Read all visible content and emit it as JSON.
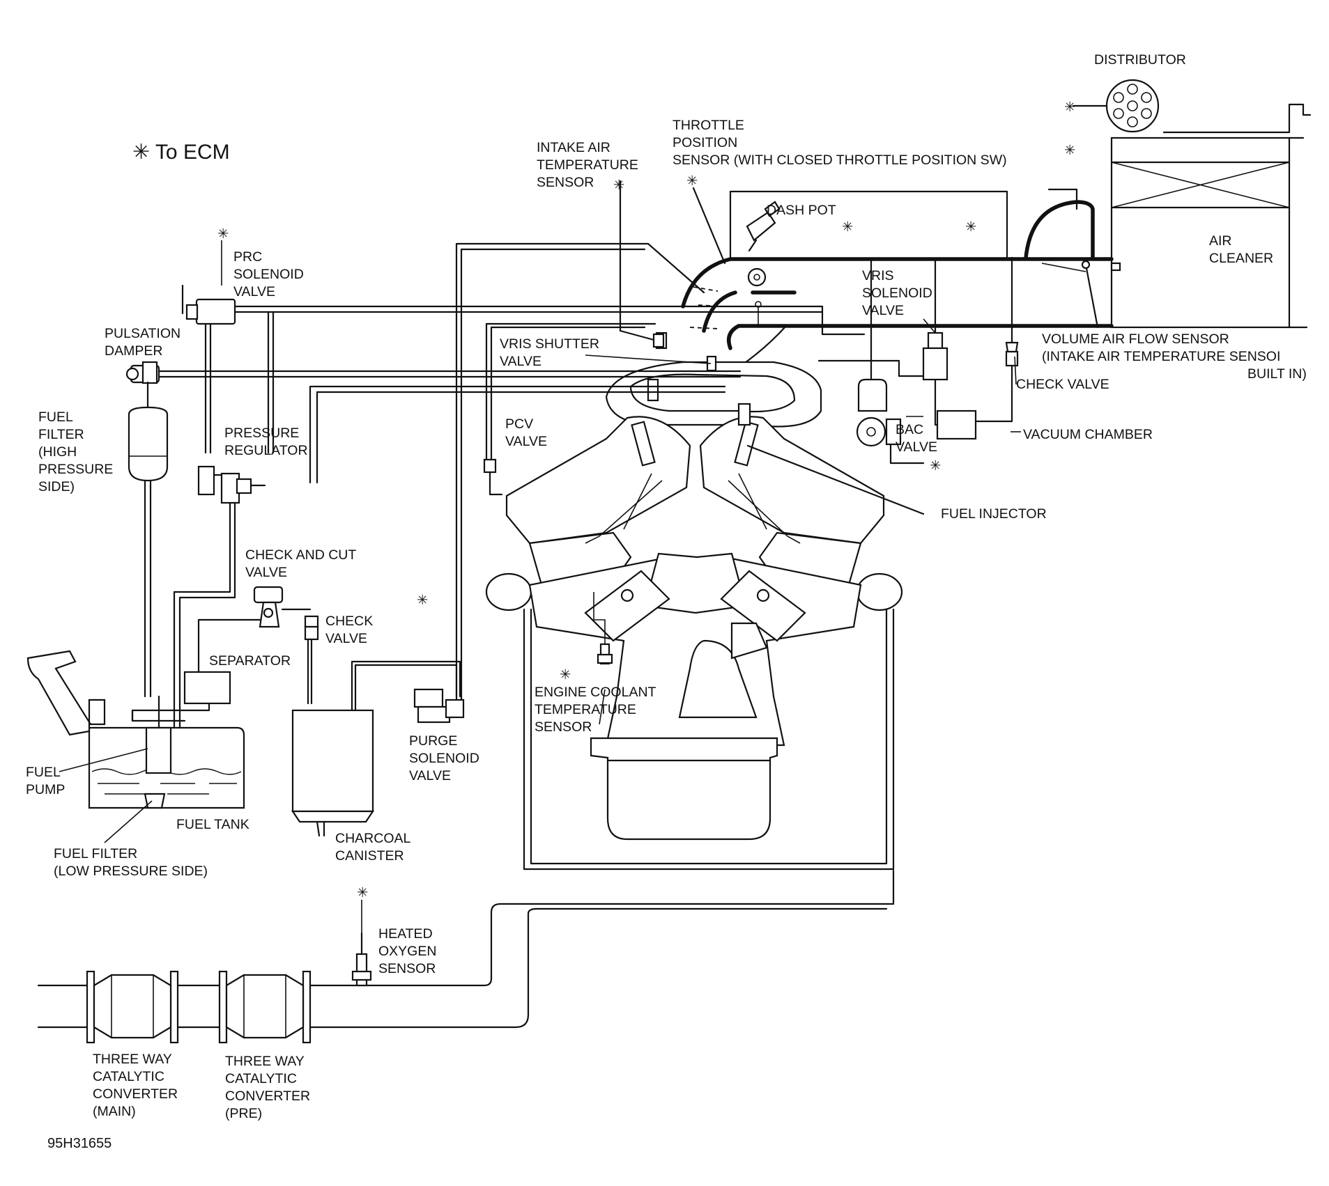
{
  "diagram": {
    "legend": "✳ To ECM",
    "figure_id": "95H31655",
    "ecm_marker": "✳",
    "labels": {
      "distributor": [
        "DISTRIBUTOR"
      ],
      "throttle_position_sensor": [
        "THROTTLE",
        "POSITION",
        "SENSOR (WITH CLOSED THROTTLE POSITION SW)"
      ],
      "intake_air_temperature_sensor": [
        "INTAKE AIR",
        "TEMPERATURE",
        "SENSOR"
      ],
      "dash_pot": [
        "DASH POT"
      ],
      "air_cleaner": [
        "AIR",
        "CLEANER"
      ],
      "prc_solenoid_valve": [
        "PRC",
        "SOLENOID",
        "VALVE"
      ],
      "vris_solenoid_valve": [
        "VRIS",
        "SOLENOID",
        "VALVE"
      ],
      "pulsation_damper": [
        "PULSATION",
        "DAMPER"
      ],
      "vris_shutter_valve": [
        "VRIS SHUTTER",
        "VALVE"
      ],
      "volume_air_flow_sensor": [
        "VOLUME AIR FLOW SENSOR",
        "(INTAKE AIR TEMPERATURE SENSOI",
        "BUILT IN)"
      ],
      "check_valve_upper": [
        "CHECK VALVE"
      ],
      "fuel_filter_high": [
        "FUEL",
        "FILTER",
        "(HIGH",
        "PRESSURE",
        "SIDE)"
      ],
      "pressure_regulator": [
        "PRESSURE",
        "REGULATOR"
      ],
      "pcv_valve": [
        "PCV",
        "VALVE"
      ],
      "bac_valve": [
        "BAC",
        "VALVE"
      ],
      "vacuum_chamber": [
        "VACUUM CHAMBER"
      ],
      "fuel_injector": [
        "FUEL INJECTOR"
      ],
      "check_and_cut_valve": [
        "CHECK AND CUT",
        "VALVE"
      ],
      "check_valve_lower": [
        "CHECK",
        "VALVE"
      ],
      "separator": [
        "SEPARATOR"
      ],
      "engine_coolant_temperature_sensor": [
        "ENGINE COOLANT",
        "TEMPERATURE",
        "SENSOR"
      ],
      "purge_solenoid_valve": [
        "PURGE",
        "SOLENOID",
        "VALVE"
      ],
      "fuel_pump": [
        "FUEL",
        "PUMP"
      ],
      "fuel_tank": [
        "FUEL TANK"
      ],
      "fuel_filter_low": [
        "FUEL FILTER",
        "(LOW PRESSURE SIDE)"
      ],
      "charcoal_canister": [
        "CHARCOAL",
        "CANISTER"
      ],
      "heated_oxygen_sensor": [
        "HEATED",
        "OXYGEN",
        "SENSOR"
      ],
      "catalytic_converter_main": [
        "THREE WAY",
        "CATALYTIC",
        "CONVERTER",
        "(MAIN)"
      ],
      "catalytic_converter_pre": [
        "THREE WAY",
        "CATALYTIC",
        "CONVERTER",
        "(PRE)"
      ]
    }
  }
}
